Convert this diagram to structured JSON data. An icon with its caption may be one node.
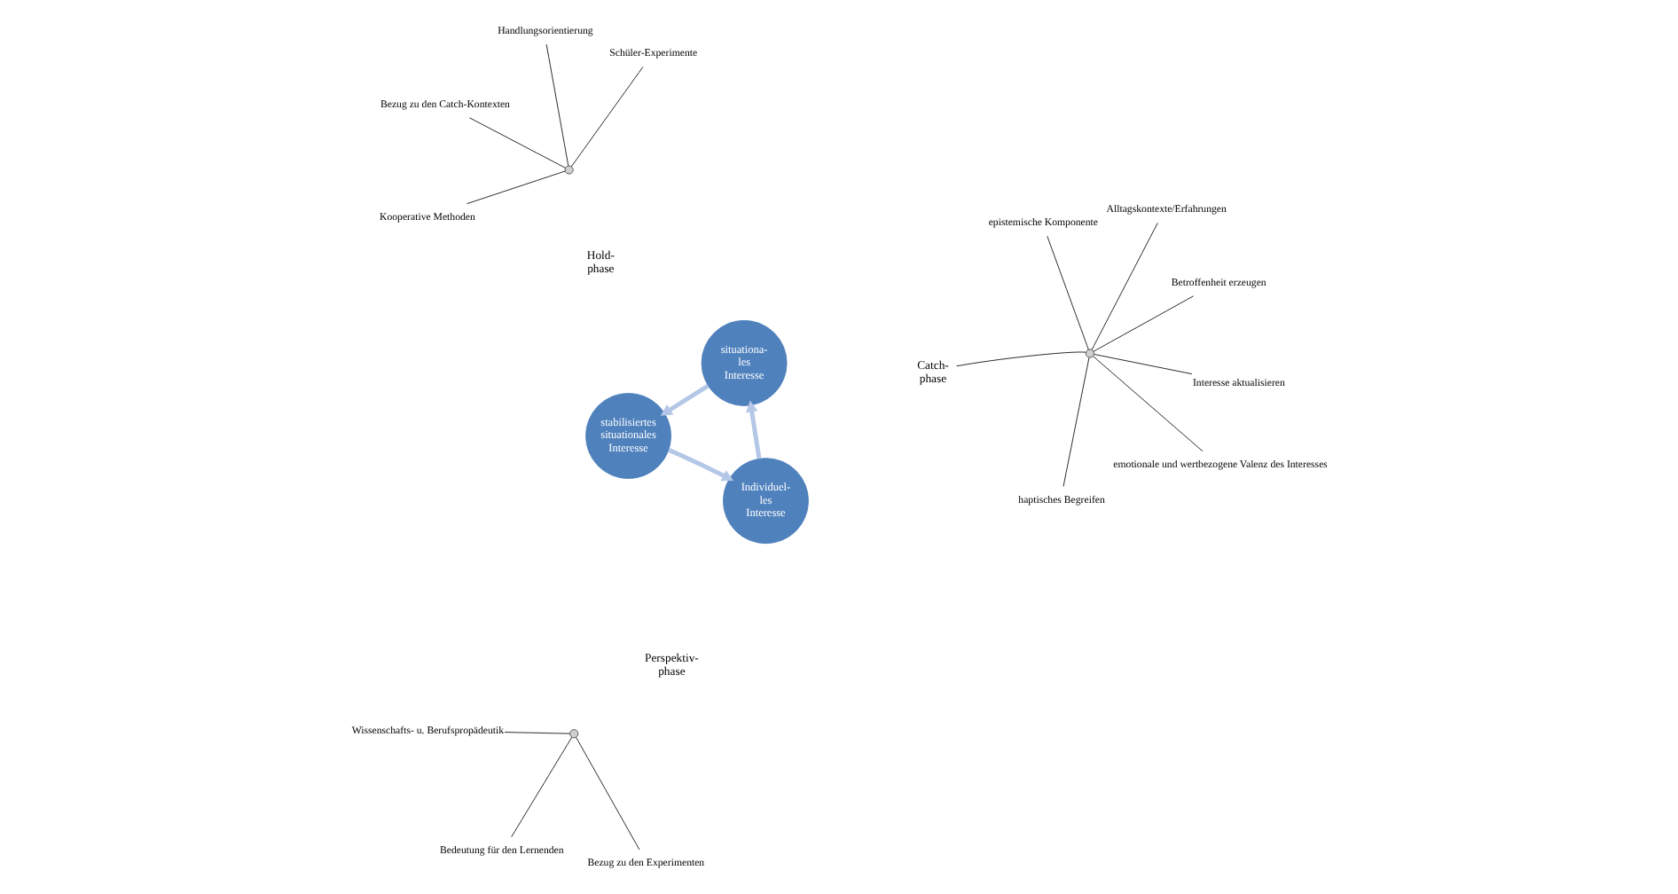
{
  "diagram": {
    "nodes": [
      {
        "text": [
          "Individuel- les Interesse"
        ]
      },
      {
        "text": [
          "situationa- les Interesse"
        ]
      },
      {
        "text": [
          "stabilisiertes situationales Interesse"
        ]
      },
      {
        "text": [
          "Perspektiv- phase"
        ]
      },
      {
        "text": [
          "Catch- phase"
        ]
      },
      {
        "text": [
          "Hold- phase"
        ]
      },
      {
        "text": [],
        "shape": "circle"
      },
      {
        "text": [],
        "shape": "circle"
      },
      {
        "text": [],
        "shape": "circle"
      },
      {
        "text": [
          "Bezug zu den Experimenten"
        ]
      },
      {
        "text": [
          "Bedeutung für den Lernenden"
        ]
      },
      {
        "text": [
          "Wissenschafts- u. Berufspropädeutik"
        ]
      },
      {
        "text": [
          "Interesse aktualisieren"
        ]
      },
      {
        "text": [
          "Betroffenheit erzeugen"
        ]
      },
      {
        "text": [
          "Alltagskontexte/Erfahrungen"
        ]
      },
      {
        "text": [
          "haptisches Begreifen"
        ]
      },
      {
        "text": [
          "emotionale und wertbezogene Valenz des Interesses"
        ]
      },
      {
        "text": [
          "epistemische Komponente"
        ]
      },
      {
        "text": [
          "Bezug zu den Catch-Kontexten"
        ]
      },
      {
        "text": [
          "Handlungsorientierung"
        ]
      },
      {
        "text": [
          "Schüler-Experimente"
        ]
      },
      {
        "text": [
          "Kooperative Methoden"
        ]
      }
    ],
    "edges": [
      {
        "from": 0,
        "to": 1,
        "arrow": "to",
        "style": "thick",
        "color": "#b4c7e7"
      },
      {
        "from": 1,
        "to": 2,
        "arrow": "to",
        "style": "thick",
        "color": "#b4c7e7"
      },
      {
        "from": 2,
        "to": 0,
        "arrow": "to",
        "style": "thick",
        "color": "#b4c7e7"
      },
      {
        "from": 9,
        "to": 6,
        "arrow": "none"
      },
      {
        "from": 10,
        "to": 6,
        "arrow": "none"
      },
      {
        "from": 11,
        "to": 6,
        "arrow": "none"
      },
      {
        "from": 4,
        "to": 7,
        "arrow": "none"
      },
      {
        "from": 7,
        "to": 12,
        "arrow": "none"
      },
      {
        "from": 7,
        "to": 13,
        "arrow": "none"
      },
      {
        "from": 7,
        "to": 14,
        "arrow": "none"
      },
      {
        "from": 7,
        "to": 15,
        "arrow": "none"
      },
      {
        "from": 7,
        "to": 16,
        "arrow": "none"
      },
      {
        "from": 7,
        "to": 17,
        "arrow": "none"
      },
      {
        "from": 8,
        "to": 18,
        "arrow": "none"
      },
      {
        "from": 8,
        "to": 19,
        "arrow": "none"
      },
      {
        "from": 8,
        "to": 20,
        "arrow": "none"
      },
      {
        "from": 8,
        "to": 21,
        "arrow": "none"
      }
    ]
  }
}
